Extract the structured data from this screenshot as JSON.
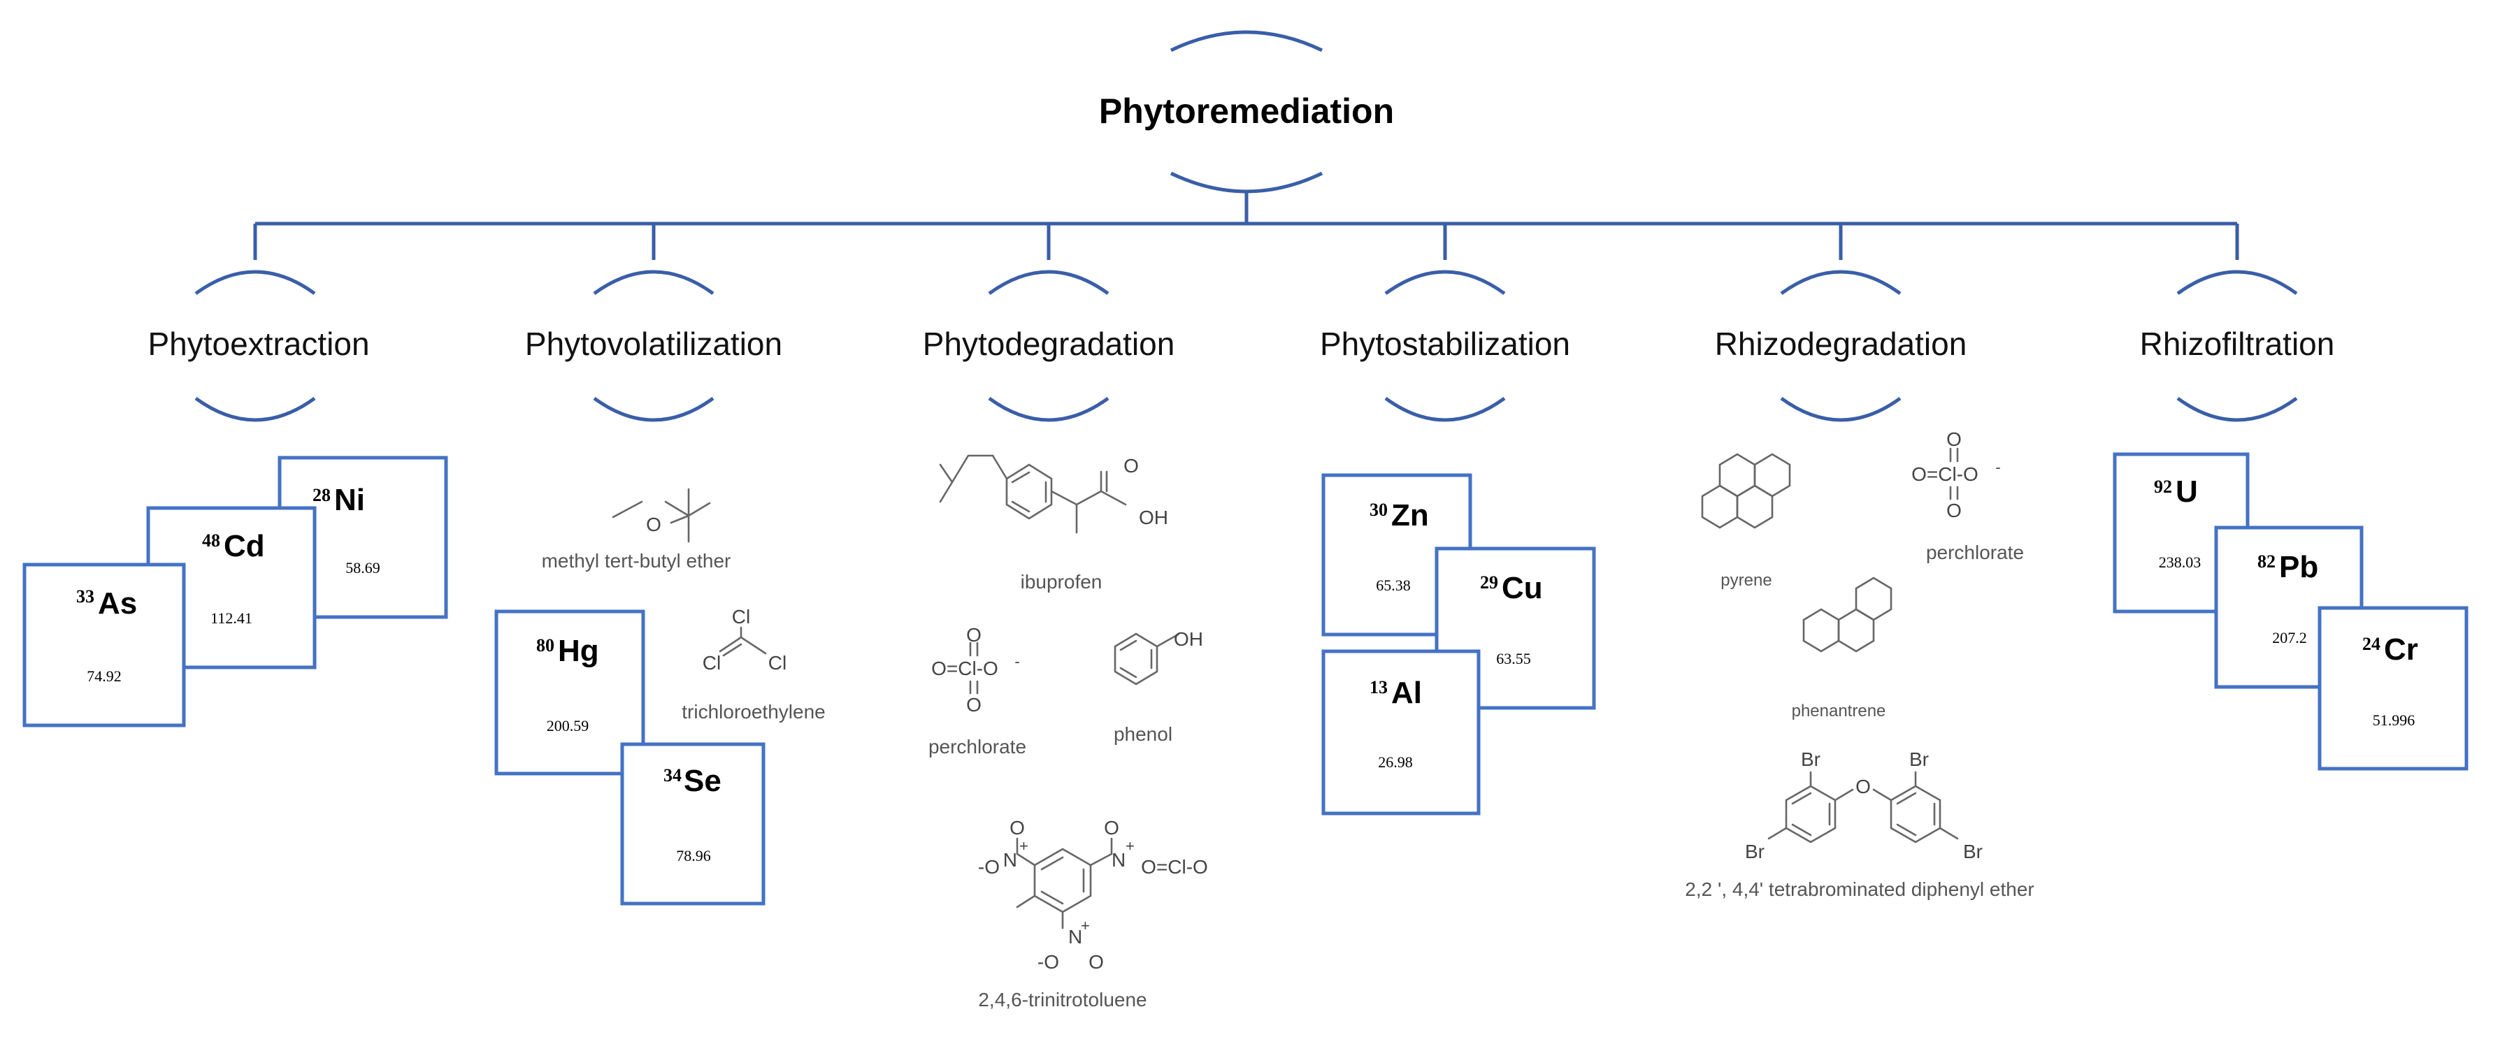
{
  "diagram": {
    "root": "Phytoremediation",
    "accent": "#4472c4",
    "categories": [
      {
        "title": "Phytoextraction",
        "elements": [
          {
            "number": "28",
            "symbol": "Ni",
            "mass": "58.69"
          },
          {
            "number": "48",
            "symbol": "Cd",
            "mass": "112.41"
          },
          {
            "number": "33",
            "symbol": "As",
            "mass": "74.92"
          }
        ]
      },
      {
        "title": "Phytovolatilization",
        "elements": [
          {
            "number": "80",
            "symbol": "Hg",
            "mass": "200.59"
          },
          {
            "number": "34",
            "symbol": "Se",
            "mass": "78.96"
          }
        ],
        "compounds": [
          "methyl tert-butyl ether",
          "trichloroethylene"
        ]
      },
      {
        "title": "Phytodegradation",
        "compounds": [
          "ibuprofen",
          "perchlorate",
          "phenol",
          "2,4,6-trinitrotoluene"
        ]
      },
      {
        "title": "Phytostabilization",
        "elements": [
          {
            "number": "30",
            "symbol": "Zn",
            "mass": "65.38"
          },
          {
            "number": "29",
            "symbol": "Cu",
            "mass": "63.55"
          },
          {
            "number": "13",
            "symbol": "Al",
            "mass": "26.98"
          }
        ]
      },
      {
        "title": "Rhizodegradation",
        "compounds": [
          "pyrene",
          "perchlorate",
          "phenantrene",
          "2,2 ', 4,4' tetrabrominated diphenyl ether"
        ]
      },
      {
        "title": "Rhizofiltration",
        "elements": [
          {
            "number": "92",
            "symbol": "U",
            "mass": "238.03"
          },
          {
            "number": "82",
            "symbol": "Pb",
            "mass": "207.2"
          },
          {
            "number": "24",
            "symbol": "Cr",
            "mass": "51.996"
          }
        ]
      }
    ],
    "atoms": {
      "o": "O",
      "oh": "OH",
      "cl": "Cl",
      "br": "Br",
      "o_cl": "O=Cl-O",
      "minus": "-",
      "nplus": "N",
      "plus": "+",
      "o_minus": "-O"
    }
  }
}
